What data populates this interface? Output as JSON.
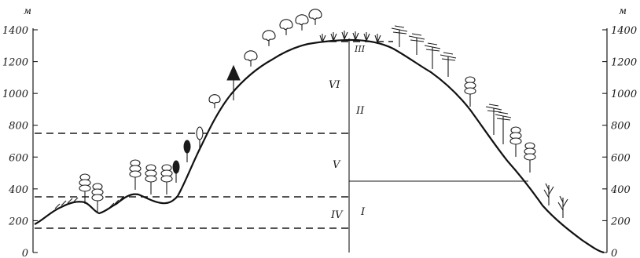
{
  "diagram": {
    "axis_unit": "м",
    "altitude_ticks": [
      "0",
      "200",
      "400",
      "600",
      "800",
      "1000",
      "1200",
      "1400"
    ],
    "altitude_range_m": [
      0,
      1400
    ],
    "west_slope": {
      "zones": [
        {
          "id": "IV",
          "label": "IV",
          "from_m": 150,
          "to_m": 350
        },
        {
          "id": "V",
          "label": "V",
          "from_m": 350,
          "to_m": 730
        },
        {
          "id": "VI",
          "label": "VI",
          "from_m": 730,
          "to_m": 1310
        }
      ]
    },
    "east_slope": {
      "zones": [
        {
          "id": "I",
          "label": "I",
          "from_m": 0,
          "to_m": 440
        },
        {
          "id": "II",
          "label": "II",
          "from_m": 440,
          "to_m": 1310
        },
        {
          "id": "III",
          "label": "III",
          "from_m": 1310,
          "to_m": 1360
        }
      ]
    },
    "colors": {
      "ink": "#1a1a1a",
      "paper": "#ffffff"
    }
  }
}
